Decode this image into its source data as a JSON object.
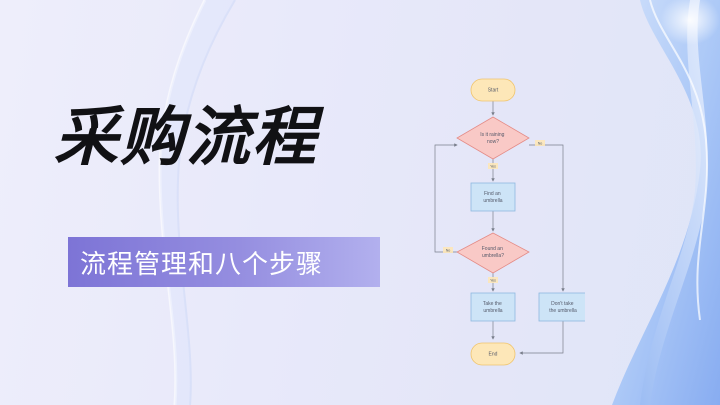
{
  "title": "采购流程",
  "subtitle": "流程管理和八个步骤",
  "colors": {
    "title_text": "#111114",
    "badge_start": "#7d74d6",
    "badge_end": "#b2b0ee",
    "terminal_fill": "#fde7b8",
    "decision_fill": "#f9c9c6",
    "process_fill": "#cde4f7"
  },
  "flowchart": {
    "start": "Start",
    "decision1": [
      "Is it raining",
      "now?"
    ],
    "process1": [
      "Find an",
      "umbrella"
    ],
    "decision2": [
      "Found an",
      "umbrella?"
    ],
    "process2": [
      "Take the",
      "umbrella"
    ],
    "process3": [
      "Don't take",
      "the umbrella"
    ],
    "end": "End",
    "labels": {
      "d1_yes": "Yes",
      "d1_no": "No",
      "d2_yes": "Yes",
      "d2_no": "No"
    }
  }
}
